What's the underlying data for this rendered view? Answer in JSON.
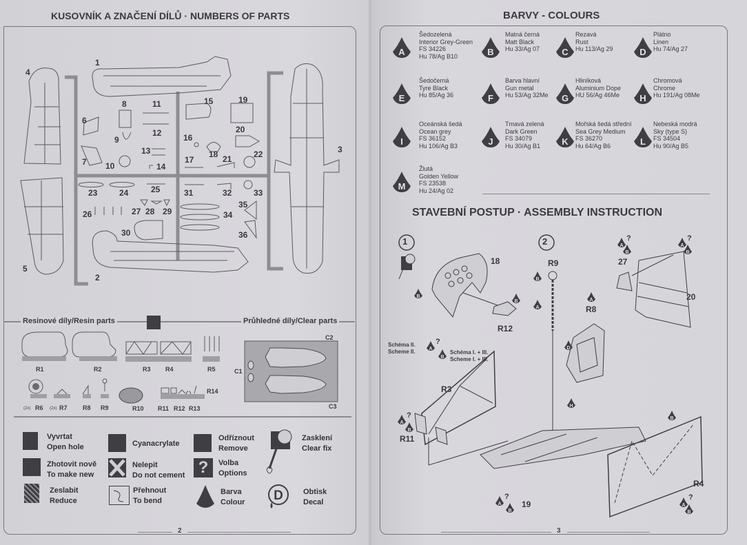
{
  "left_page": {
    "title": "KUSOVNÍK A ZNAČENÍ DÍLŮ · NUMBERS OF PARTS",
    "part_numbers": [
      "1",
      "2",
      "3",
      "4",
      "5",
      "6",
      "7",
      "8",
      "9",
      "10",
      "11",
      "12",
      "13",
      "14",
      "15",
      "16",
      "17",
      "18",
      "19",
      "20",
      "21",
      "22",
      "23",
      "24",
      "25",
      "26",
      "27",
      "28",
      "29",
      "30",
      "31",
      "32",
      "33",
      "34",
      "35",
      "36"
    ],
    "resin_title": "Resinové díly/Resin parts",
    "clear_title": "Průhledné díly/Clear parts",
    "resin_parts": [
      "R1",
      "R2",
      "R3",
      "R4",
      "R5",
      "R6",
      "R7",
      "R8",
      "R9",
      "R10",
      "R11",
      "R12",
      "R13",
      "R14"
    ],
    "resin_qty": {
      "R6": "(2x)",
      "R7": "(2x)"
    },
    "clear_parts": [
      "C1",
      "C2",
      "C3"
    ],
    "legend": [
      {
        "icon": "drill-icon",
        "cz": "Vyvrtat",
        "en": "Open hole"
      },
      {
        "icon": "cyanoacrylate-icon",
        "cz": "Cyanacrylate",
        "en": ""
      },
      {
        "icon": "knife-icon",
        "cz": "Odříznout",
        "en": "Remove"
      },
      {
        "icon": "clear-fix-brush-icon",
        "cz": "Zasklení",
        "en": "Clear fix"
      },
      {
        "icon": "bone-icon",
        "cz": "Zhotovit nově",
        "en": "To make new"
      },
      {
        "icon": "cross-icon",
        "cz": "Nelepit",
        "en": "Do not cement"
      },
      {
        "icon": "question-icon",
        "cz": "Volba",
        "en": "Options"
      },
      {
        "icon": "file-icon",
        "cz": "Zeslabit",
        "en": "Reduce"
      },
      {
        "icon": "bend-icon",
        "cz": "Přehnout",
        "en": "To bend"
      },
      {
        "icon": "paint-cone-icon",
        "cz": "Barva",
        "en": "Colour"
      },
      {
        "icon": "decal-icon",
        "cz": "Obtisk",
        "en": "Decal"
      }
    ],
    "page_number": "2"
  },
  "right_page": {
    "colours_title": "BARVY - COLOURS",
    "colours": [
      {
        "letter": "A",
        "cz": "Šedozelená",
        "en": "Interior Grey-Green",
        "fs": "FS 34226",
        "codes": "Hu 78/Ag B10"
      },
      {
        "letter": "B",
        "cz": "Matná černá",
        "en": "Matt Black",
        "fs": "",
        "codes": "Hu 33/Ag 07"
      },
      {
        "letter": "C",
        "cz": "Rezavá",
        "en": "Rust",
        "fs": "",
        "codes": "Hu 113/Ag 29"
      },
      {
        "letter": "D",
        "cz": "Plátno",
        "en": "Linen",
        "fs": "",
        "codes": "Hu 74/Ag 27"
      },
      {
        "letter": "E",
        "cz": "Šedočerná",
        "en": "Tyre Black",
        "fs": "",
        "codes": "Hu 85/Ag 36"
      },
      {
        "letter": "F",
        "cz": "Barva hlavní",
        "en": "Gun metal",
        "fs": "",
        "codes": "Hu 53/Ag 32Me"
      },
      {
        "letter": "G",
        "cz": "Hliníková",
        "en": "Aluminium Dope",
        "fs": "",
        "codes": "HU 56/Ag 46Me"
      },
      {
        "letter": "H",
        "cz": "Chromová",
        "en": "Chrome",
        "fs": "",
        "codes": "Hu 191/Ag 08Me"
      },
      {
        "letter": "I",
        "cz": "Oceánská šedá",
        "en": "Ocean grey",
        "fs": "FS 36152",
        "codes": "Hu 106/Ag B3"
      },
      {
        "letter": "J",
        "cz": "Tmavá zelená",
        "en": "Dark Green",
        "fs": "FS 34079",
        "codes": "Hu 30/Ag B1"
      },
      {
        "letter": "K",
        "cz": "Mořská šedá střední",
        "en": "Sea Grey Medium",
        "fs": "FS 36270",
        "codes": "Hu 64/Ag B6"
      },
      {
        "letter": "L",
        "cz": "Nebeská modrá",
        "en": "Sky (type S)",
        "fs": "FS 34504",
        "codes": "Hu 90/Ag B5"
      },
      {
        "letter": "M",
        "cz": "Žlutá",
        "en": "Golden Yellow",
        "fs": "FS 23538",
        "codes": "Hu 24/Ag 02"
      }
    ],
    "assembly_title": "STAVEBNÍ POSTUP · ASSEMBLY INSTRUCTION",
    "steps": [
      "1",
      "2"
    ],
    "labels": {
      "p18": "18",
      "r12": "R12",
      "r9": "R9",
      "p27": "27",
      "r8": "R8",
      "p20": "20",
      "r3": "R3",
      "r11": "R11",
      "p19": "19",
      "r4": "R4"
    },
    "scheme": {
      "scheme2_cz": "Schéma II.",
      "scheme2_en": "Scheme II.",
      "scheme13_cz": "Schéma I. + III.",
      "scheme13_en": "Scheme I. + III."
    },
    "cone_letters": {
      "a": "A",
      "b": "B",
      "d": "D",
      "h": "H",
      "q": "?"
    },
    "page_number": "3"
  },
  "colors": {
    "ink": "#3f3e42",
    "paper": "#d6d5da",
    "clear_panel": "#a8a7ab",
    "resin_bar": "#9f9ea2"
  }
}
